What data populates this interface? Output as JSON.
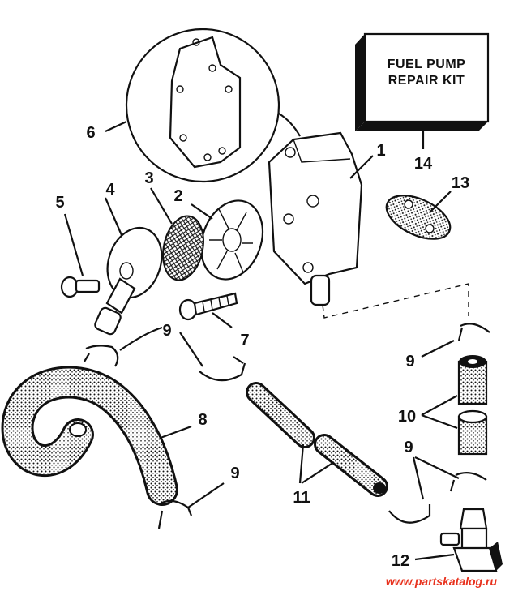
{
  "kit_label_line1": "FUEL PUMP",
  "kit_label_line2": "REPAIR KIT",
  "callouts": {
    "c1": "1",
    "c2": "2",
    "c3": "3",
    "c4": "4",
    "c5": "5",
    "c6": "6",
    "c7": "7",
    "c8": "8",
    "c9a": "9",
    "c9b": "9",
    "c9c": "9",
    "c9d": "9",
    "c10": "10",
    "c11": "11",
    "c12": "12",
    "c13": "13",
    "c14": "14"
  },
  "watermark": "www.partskatalog.ru",
  "colors": {
    "ink": "#111111",
    "watermark": "#e8321e"
  }
}
